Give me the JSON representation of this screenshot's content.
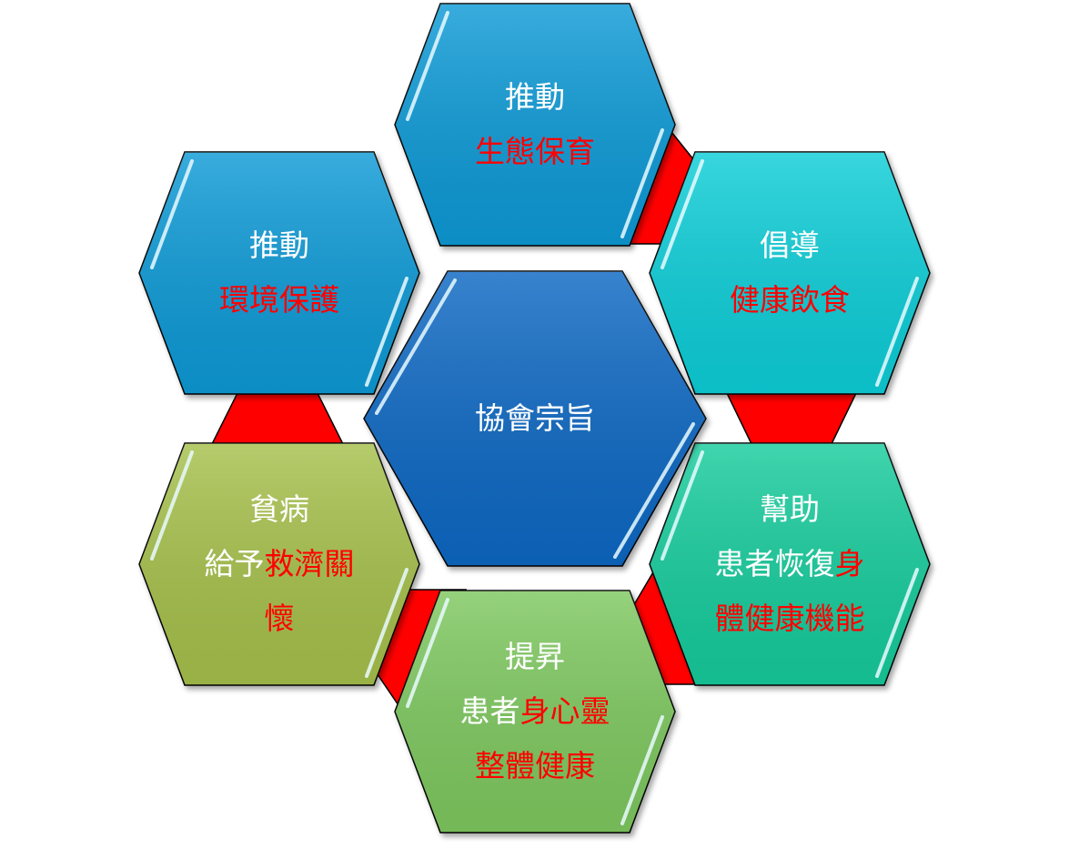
{
  "colors": {
    "connector": "#FF0000",
    "text_white": "#FFFFFF",
    "text_red": "#FF0000"
  },
  "center": {
    "id": "mission",
    "fill": "#1168C3",
    "lines": [
      [
        {
          "text": "協會宗旨",
          "color": "white"
        }
      ]
    ]
  },
  "hexagons": [
    {
      "id": "ecology",
      "fill": "#0A9AD6",
      "lines": [
        [
          {
            "text": "推動",
            "color": "white"
          }
        ],
        [
          {
            "text": "生態保育",
            "color": "red"
          }
        ]
      ]
    },
    {
      "id": "healthy-diet",
      "fill": "#10CED8",
      "lines": [
        [
          {
            "text": "倡導",
            "color": "white"
          }
        ],
        [
          {
            "text": "健康飲食",
            "color": "red"
          }
        ]
      ]
    },
    {
      "id": "recovery",
      "fill": "#14CC9C",
      "lines": [
        [
          {
            "text": "幫助",
            "color": "white"
          }
        ],
        [
          {
            "text": "患者恢復",
            "color": "white"
          },
          {
            "text": "身",
            "color": "red"
          }
        ],
        [
          {
            "text": "體健康機能",
            "color": "red"
          }
        ]
      ]
    },
    {
      "id": "holistic-health",
      "fill": "#7EC85E",
      "lines": [
        [
          {
            "text": "提昇",
            "color": "white"
          }
        ],
        [
          {
            "text": "患者",
            "color": "white"
          },
          {
            "text": "身心靈",
            "color": "red"
          }
        ],
        [
          {
            "text": "整體健康",
            "color": "red"
          }
        ]
      ]
    },
    {
      "id": "poverty-relief",
      "fill": "#A6C04C",
      "lines": [
        [
          {
            "text": "貧病",
            "color": "white"
          }
        ],
        [
          {
            "text": "給予",
            "color": "white"
          },
          {
            "text": "救濟關",
            "color": "red"
          }
        ],
        [
          {
            "text": "懷",
            "color": "red"
          }
        ]
      ]
    },
    {
      "id": "environment",
      "fill": "#0A9AD6",
      "lines": [
        [
          {
            "text": "推動",
            "color": "white"
          }
        ],
        [
          {
            "text": "環境保護",
            "color": "red"
          }
        ]
      ]
    }
  ]
}
